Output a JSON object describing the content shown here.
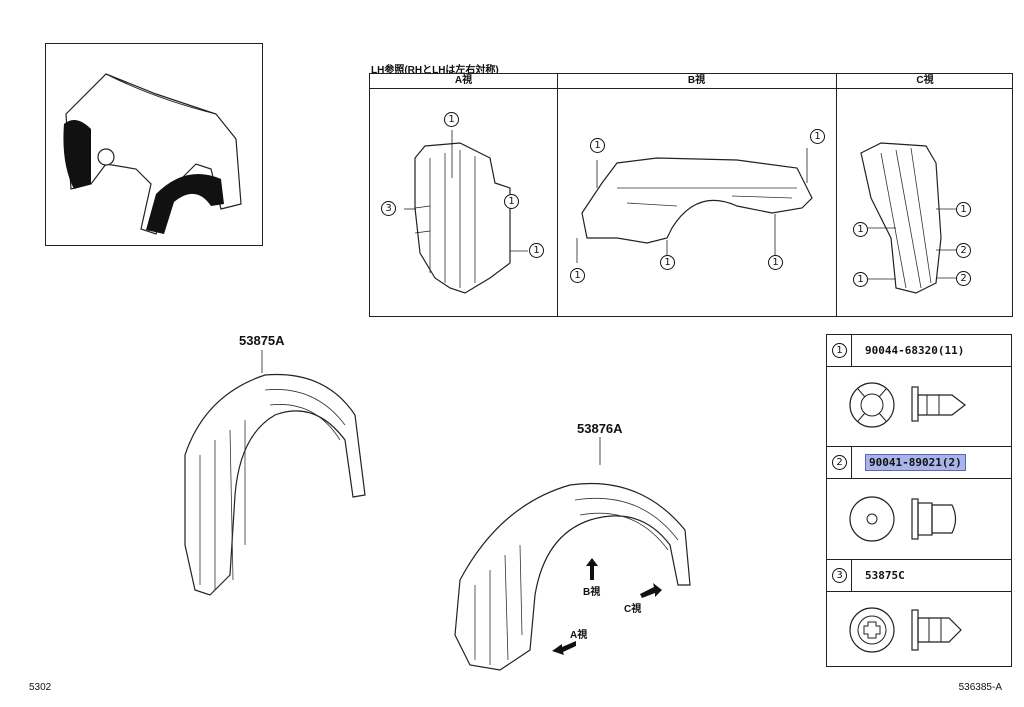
{
  "lh_note": "LH参照(RHとLHは左右対称)",
  "views": {
    "a": {
      "label": "A視"
    },
    "b": {
      "label": "B視"
    },
    "c": {
      "label": "C視"
    }
  },
  "parts": {
    "main_left": "53875A",
    "main_right": "53876A"
  },
  "arrows": {
    "a": "A視",
    "b": "B視",
    "c": "C視"
  },
  "legend": [
    {
      "num": "1",
      "code": "90044-68320(11)",
      "highlighted": false
    },
    {
      "num": "2",
      "code": "90041-89021(2)",
      "highlighted": true
    },
    {
      "num": "3",
      "code": "53875C",
      "highlighted": false
    }
  ],
  "callouts": {
    "c1": "1",
    "c2": "2",
    "c3": "3"
  },
  "footer": {
    "left": "5302",
    "right": "536385-A"
  },
  "colors": {
    "line": "#222222",
    "highlight": "#a9b4e8"
  }
}
